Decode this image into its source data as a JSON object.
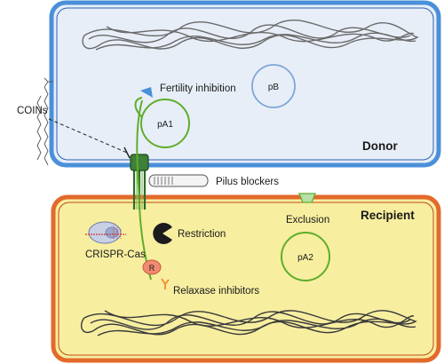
{
  "diagram": {
    "cells": {
      "donor_label": "Donor",
      "recipient_label": "Recipient"
    },
    "plasmids": {
      "pA1": "pA1",
      "pB": "pB",
      "pA2": "pA2"
    },
    "labels": {
      "fertility_inhibition": "Fertility inhibition",
      "coins": "COINs",
      "pilus_blockers": "Pilus blockers",
      "exclusion": "Exclusion",
      "crispr_cas": "CRISPR-Cas",
      "restriction": "Restriction",
      "relaxase_marker": "R",
      "relaxase_inhibitors": "Relaxase inhibitors"
    },
    "colors": {
      "donor_fill": "#e8eef8",
      "donor_border": "#4a90d9",
      "recipient_fill": "#f7eea0",
      "recipient_border": "#e36a2a",
      "plasmid_green": "#5fae2c",
      "pB_blue": "#7fa6d6",
      "pilus_dark_green": "#2f6b2a",
      "relaxase_salmon": "#f08a70",
      "inhibitor_orange": "#f08a30"
    }
  }
}
